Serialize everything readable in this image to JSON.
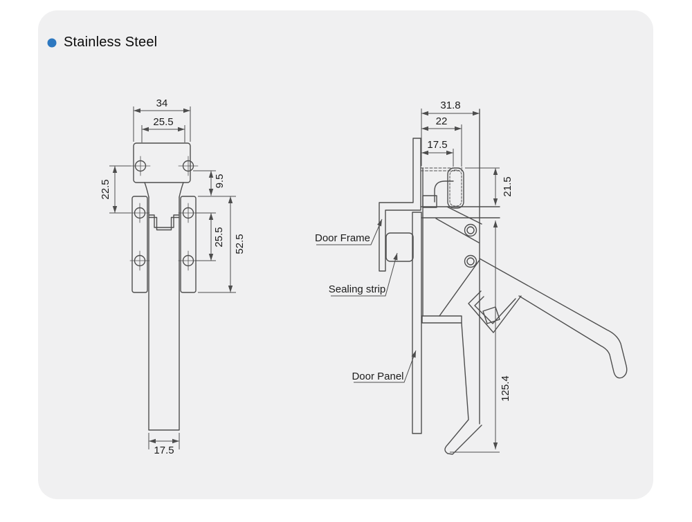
{
  "header": {
    "material": "Stainless Steel"
  },
  "colors": {
    "bullet": "#2d78c0",
    "line": "#4d4d4d"
  },
  "front_view": {
    "dims": {
      "top_outer_width": "34",
      "top_inner_width": "25.5",
      "upper_hole_spacing": "22.5",
      "flange_offset": "9.5",
      "plate_hole_spacing": "25.5",
      "plate_height": "52.5",
      "handle_width": "17.5"
    }
  },
  "side_view": {
    "dims": {
      "outer_depth": "31.8",
      "mid_depth": "22",
      "inner_depth": "17.5",
      "keeper_height": "21.5",
      "overall_height": "125.4"
    },
    "labels": {
      "door_frame": "Door Frame",
      "sealing_strip": "Sealing strip",
      "door_panel": "Door Panel"
    }
  }
}
